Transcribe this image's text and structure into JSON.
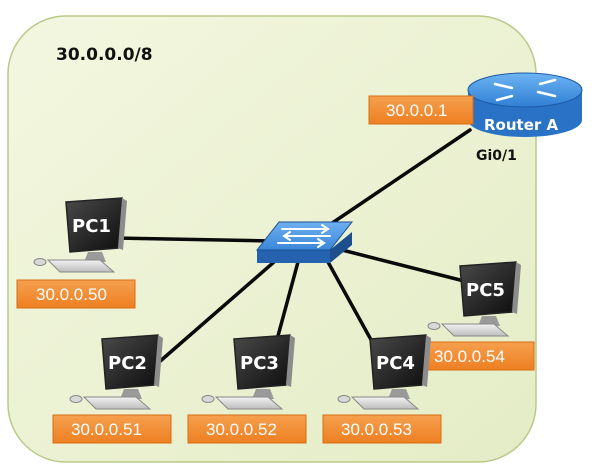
{
  "network": {
    "subnet_label": "30.0.0.0/8",
    "zone_color": "#eef3d6",
    "zone_border": "#b9c98a"
  },
  "router": {
    "name": "Router A",
    "ip": "30.0.0.1",
    "interface": "Gi0/1",
    "color": "#2f7fd4"
  },
  "switch": {
    "color": "#2f7fd4"
  },
  "pcs": [
    {
      "name": "PC1",
      "ip": "30.0.0.50"
    },
    {
      "name": "PC2",
      "ip": "30.0.0.51"
    },
    {
      "name": "PC3",
      "ip": "30.0.0.52"
    },
    {
      "name": "PC4",
      "ip": "30.0.0.53"
    },
    {
      "name": "PC5",
      "ip": "30.0.0.54"
    }
  ],
  "label_color": "#f28a2e"
}
